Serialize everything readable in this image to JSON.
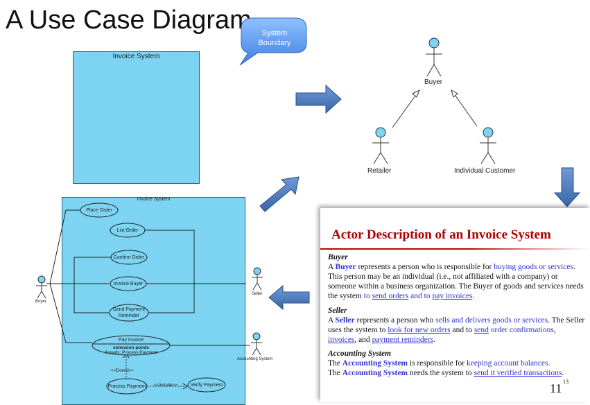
{
  "slide": {
    "title": "A Use Case Diagram",
    "page_number": "11",
    "page_sup": "13"
  },
  "callout": {
    "label": "System\nBoundary"
  },
  "top_box": {
    "title": "Invoice System"
  },
  "generalization": {
    "parent": "Buyer",
    "children": [
      "Retailer",
      "Individual Customer"
    ]
  },
  "usecase": {
    "title": "Invoice System",
    "use_cases": [
      "Place Order",
      "List Order",
      "Confirm Order",
      "Invoice Buyer",
      "Send Payment\nReminder",
      "Process Payment",
      "Verify Payment"
    ],
    "pay_invoice": {
      "name": "Pay Invoice",
      "ext_header": "extension points",
      "ext_point": "if ready: Process Payment"
    },
    "extend_label": "<<Extend>>",
    "include_label": "<<Include>>",
    "actors": {
      "buyer": "Buyer",
      "seller": "Seller",
      "accounting": "Accounting System"
    }
  },
  "description": {
    "title": "Actor Description of an Invoice System",
    "buyer": {
      "heading": "Buyer",
      "p1": "A ",
      "name": "Buyer",
      "p2": " represents a person who is responsible for ",
      "link1": "buying goods or services",
      "p3": ". This person may be an individual (i.e., not affiliated with a company) or someone within a business organization. The Buyer of goods and services needs the system ",
      "link2a": "to ",
      "link2b": "send orders",
      "link2c": " and to ",
      "link2d": "pay invoices",
      "p4": "."
    },
    "seller": {
      "heading": "Seller",
      "p1": "A ",
      "name": "Seller",
      "p2": " represents a person who ",
      "link1": "sells and delivers goods or services",
      "p3": ". The Seller uses the system to ",
      "link2": "look for new orders",
      "p4": " and to ",
      "link3": "send",
      "link3b": " order confirmations",
      "p5": ", ",
      "link4": "invoices",
      "p6": ", and ",
      "link5": "payment reminders",
      "p7": "."
    },
    "accounting": {
      "heading": "Accounting System",
      "p1": "The ",
      "name": "Accounting System",
      "p2": " is responsible for ",
      "link1": "keeping account balances",
      "p3": ".",
      "p4": "The ",
      "name2": "Accounting System",
      "p5": " needs the system to ",
      "link2": "send it verified transactions",
      "p6": "."
    }
  },
  "colors": {
    "box_fill": "#7dd3f2",
    "arrow_fill": "#4f7fc0",
    "title_red": "#b00000",
    "link_blue": "#3030d0"
  }
}
